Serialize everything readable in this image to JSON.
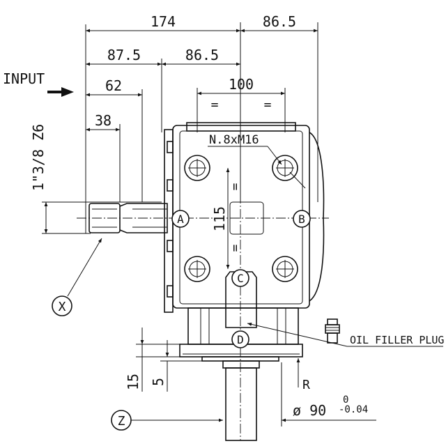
{
  "dimensions": {
    "overall_width": "174",
    "right_overhang": "86.5",
    "left_half": "87.5",
    "right_half": "86.5",
    "input_shaft_length": "62",
    "spline_length": "38",
    "bolt_spacing": "100",
    "equal_mark": "=",
    "bolt_vertical_spacing": "115",
    "shaft_spec": "1\"3/8 Z6",
    "bolt_spec": "N.8xM16",
    "flange_15": "15",
    "flange_5": "5",
    "pilot_diameter": "ø 90",
    "tolerance_upper": "0",
    "tolerance_lower": "-0.04"
  },
  "labels": {
    "input": "INPUT",
    "oil_filler_plug": "OIL FILLER PLUG",
    "rotation_r": "R"
  },
  "callouts": {
    "a": "A",
    "b": "B",
    "c": "C",
    "d": "D",
    "x": "X",
    "z": "Z"
  }
}
